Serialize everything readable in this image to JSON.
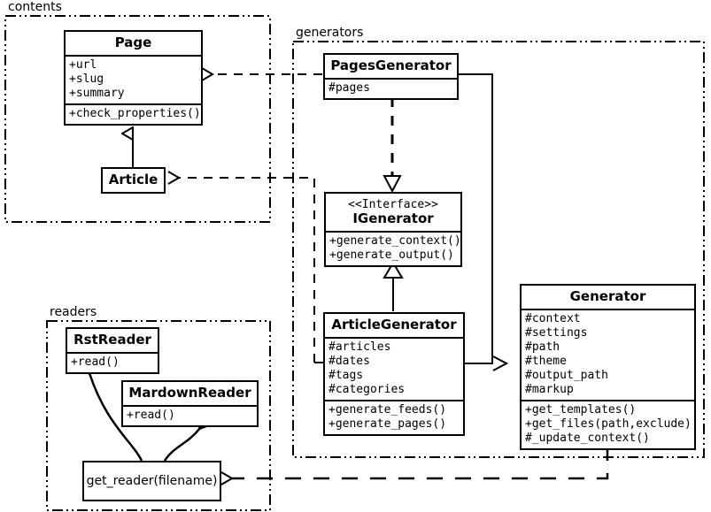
{
  "diagram": {
    "title": "UML class diagram",
    "stroke_color": "#000000",
    "background_color": "#ffffff"
  },
  "packages": [
    {
      "id": "contents",
      "label": "contents"
    },
    {
      "id": "generators",
      "label": "generators"
    },
    {
      "id": "readers",
      "label": "readers"
    }
  ],
  "classes": {
    "page": {
      "name": "Page",
      "attributes": [
        "+url",
        "+slug",
        "+summary"
      ],
      "methods": [
        "+check_properties()"
      ]
    },
    "article": {
      "name": "Article",
      "attributes": [],
      "methods": []
    },
    "pages_generator": {
      "name": "PagesGenerator",
      "attributes": [
        "#pages"
      ],
      "methods": []
    },
    "igenerator": {
      "stereotype": "<<Interface>>",
      "name": "IGenerator",
      "attributes": [],
      "methods": [
        "+generate_context()",
        "+generate_output()"
      ]
    },
    "article_generator": {
      "name": "ArticleGenerator",
      "attributes": [
        "#articles",
        "#dates",
        "#tags",
        "#categories"
      ],
      "methods": [
        "+generate_feeds()",
        "+generate_pages()"
      ]
    },
    "generator": {
      "name": "Generator",
      "attributes": [
        "#context",
        "#settings",
        "#path",
        "#theme",
        "#output_path",
        "#markup"
      ],
      "methods": [
        "+get_templates()",
        "+get_files(path,exclude)",
        "#_update_context()"
      ]
    },
    "rst_reader": {
      "name": "RstReader",
      "attributes": [],
      "methods": [
        "+read()"
      ]
    },
    "mardown_reader": {
      "name": "MardownReader",
      "attributes": [],
      "methods": [
        "+read()"
      ]
    },
    "get_reader": {
      "name": "get_reader(filename)"
    }
  },
  "relationships": [
    {
      "type": "generalization",
      "from": "Article",
      "to": "Page",
      "style": "solid-hollow-triangle"
    },
    {
      "type": "realization",
      "from": "PagesGenerator",
      "to": "IGenerator",
      "style": "dashed-hollow-triangle"
    },
    {
      "type": "generalization",
      "from": "ArticleGenerator",
      "to": "IGenerator",
      "style": "solid-hollow-triangle"
    },
    {
      "type": "dependency",
      "from": "PagesGenerator",
      "to": "Page",
      "style": "dashed-open-arrow"
    },
    {
      "type": "dependency",
      "from": "ArticleGenerator",
      "to": "Article",
      "style": "dashed-open-arrow"
    },
    {
      "type": "association",
      "from": "PagesGenerator",
      "to": "Generator",
      "style": "solid-hollow-arrow"
    },
    {
      "type": "association",
      "from": "ArticleGenerator",
      "to": "Generator",
      "style": "solid-hollow-arrow"
    },
    {
      "type": "dependency",
      "from": "Generator",
      "to": "get_reader",
      "style": "dashed-open-arrow"
    },
    {
      "type": "dependency",
      "from": "get_reader",
      "to": "RstReader",
      "style": "curved-solid-arrow"
    },
    {
      "type": "dependency",
      "from": "get_reader",
      "to": "MardownReader",
      "style": "curved-solid-arrow"
    }
  ]
}
